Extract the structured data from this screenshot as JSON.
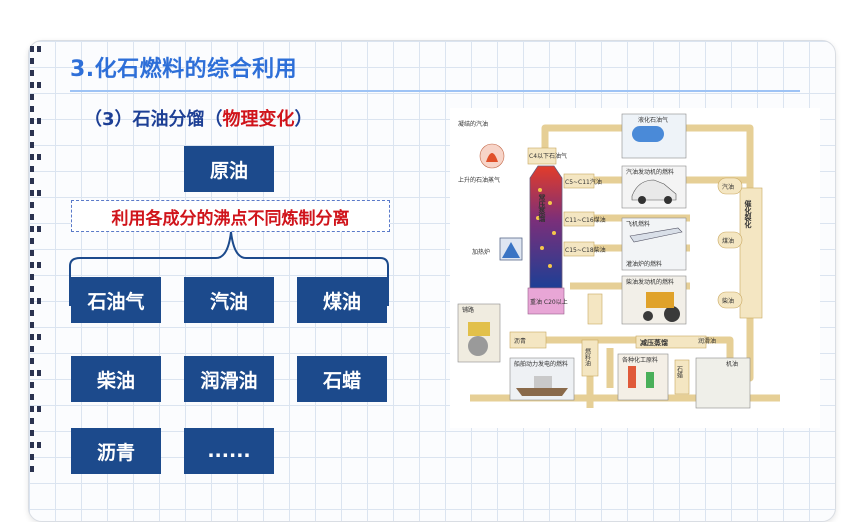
{
  "title": "3.化石燃料的综合利用",
  "subtitle": {
    "prefix": "（3）石油分馏（",
    "highlight": "物理变化",
    "suffix": "）"
  },
  "root_label": "原油",
  "principle": "利用各成分的沸点不同炼制分离",
  "products": [
    "石油气",
    "汽油",
    "煤油",
    "柴油",
    "润滑油",
    "石蜡",
    "沥青",
    "......"
  ],
  "diagram": {
    "top_labels": [
      "凝结的汽油",
      "上升的石油蒸气"
    ],
    "tower_label": "常压蒸馏",
    "furnace_label": "加热炉",
    "fractions": [
      "C4以下石油气",
      "C5~C11汽油",
      "C11~C16煤油",
      "C15~C18柴油"
    ],
    "residue_label": "重油 C20以上",
    "vacuum_label": "减压蒸馏",
    "bottom_items": [
      "沥青",
      "燃料油",
      "石蜡",
      "润滑油"
    ],
    "right_tags": [
      "汽油",
      "煤油",
      "柴油"
    ],
    "cracking_label": "催化裂化",
    "uses": [
      "液化石油气",
      "汽油发动机的燃料",
      "飞机燃料",
      "灌油炉的燃料",
      "柴油发动机的燃料",
      "铺路",
      "船舶动力发电的燃料",
      "各种化工原料",
      "机油"
    ]
  },
  "colors": {
    "title": "#2e6fd8",
    "subtitle": "#1d3f95",
    "highlight": "#d0141b",
    "box": "#1c4a8c",
    "pipe": "#e6cf96"
  }
}
